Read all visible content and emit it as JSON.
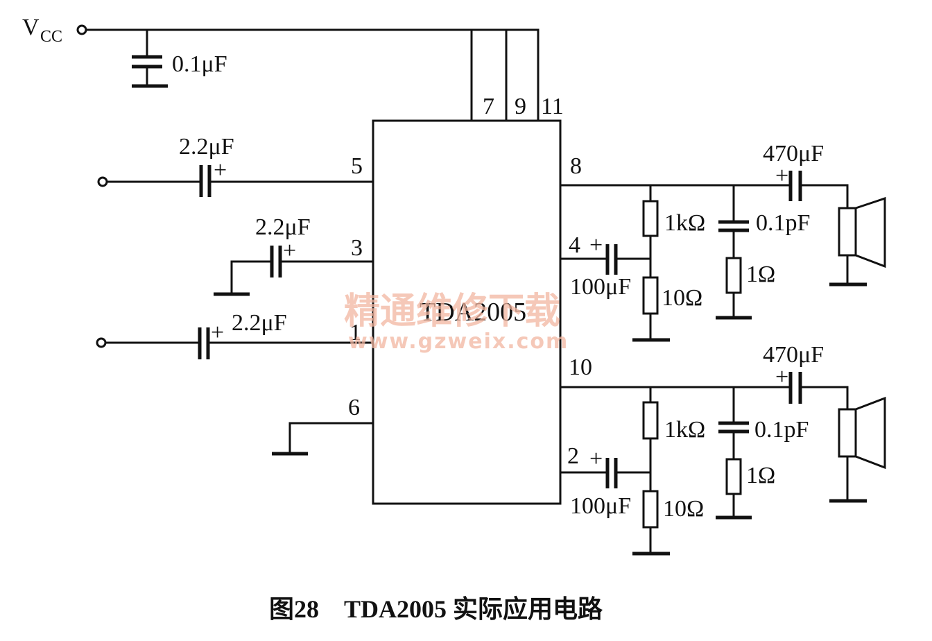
{
  "supply": {
    "label": "V",
    "subscript": "CC"
  },
  "chip": {
    "name": "TDA2005"
  },
  "pins": {
    "p7": "7",
    "p9": "9",
    "p11": "11",
    "p5": "5",
    "p3": "3",
    "p1": "1",
    "p6": "6",
    "p8": "8",
    "p4": "4",
    "p10": "10",
    "p2": "2"
  },
  "components": {
    "c_vcc": "0.1μF",
    "c_in5": "2.2μF",
    "c_in3": "2.2μF",
    "c_in1": "2.2μF",
    "c_out_top": "470μF",
    "c_out_bottom": "470μF",
    "c_fb_top": "100μF",
    "c_fb_bottom": "100μF",
    "r_1k_top": "1kΩ",
    "r_1k_bottom": "1kΩ",
    "r_10_top": "10Ω",
    "r_10_bottom": "10Ω",
    "c_zob_top": "0.1pF",
    "c_zob_bottom": "0.1pF",
    "r_zob_top": "1Ω",
    "r_zob_bottom": "1Ω"
  },
  "plus": "+",
  "watermark": {
    "line1": "精通维修下载",
    "line2": "www.gzweix.com"
  },
  "caption": "图28　TDA2005 实际应用电路"
}
